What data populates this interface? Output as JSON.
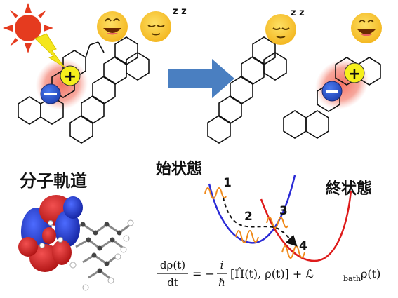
{
  "labels": {
    "molecular_orbital": "分子軌道",
    "initial_state": "始状態",
    "final_state": "終状態"
  },
  "steps": [
    "1",
    "2",
    "3",
    "4"
  ],
  "symbols": {
    "plus": "+",
    "minus": "−",
    "zz": "z z"
  },
  "equation": {
    "num": "dρ(t)",
    "den": "dt",
    "rhs_a": "= −",
    "i_num": "i",
    "hbar": "ℏ",
    "commutator": "[Ĥ(t), ρ(t)] + ℒ",
    "bath_sub": "bath",
    "rhs_tail": "ρ(t)"
  },
  "icons": [
    "sun-icon",
    "lightning-icon",
    "happy-face-icon",
    "sleepy-face-icon",
    "arrow-right-icon"
  ],
  "colors": {
    "sun": "#e53b1f",
    "lightning": "#f4e61c",
    "emoji": "#f8c22a",
    "arrow": "#4a7fc1",
    "plus_circle": "#f6ef1c",
    "minus_circle": "#2f62d8",
    "glow": "#f26b5b",
    "initial_curve": "#2a2ad6",
    "final_curve": "#de1b1b",
    "wavepacket": "#f08a1a",
    "orbital_red": "#d01a1a",
    "orbital_blue": "#1c2fd0"
  }
}
